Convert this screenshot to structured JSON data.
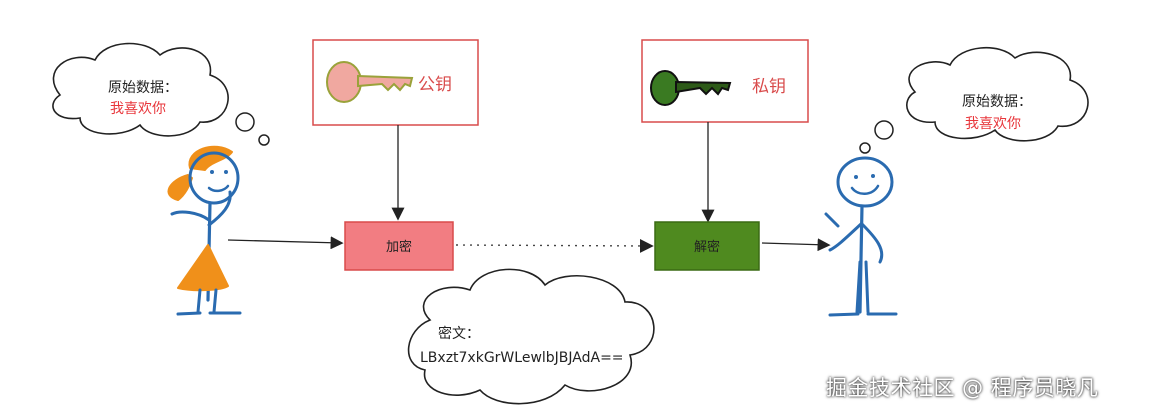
{
  "sender_cloud": {
    "title": "原始数据：",
    "message": "我喜欢你"
  },
  "receiver_cloud": {
    "title": "原始数据：",
    "message": "我喜欢你"
  },
  "public_key": {
    "label": "公钥"
  },
  "private_key": {
    "label": "私钥"
  },
  "encrypt_box": {
    "label": "加密"
  },
  "decrypt_box": {
    "label": "解密"
  },
  "cipher_cloud": {
    "title": "密文：",
    "text": "LBxzt7xkGrWLewlbJBJAdA=="
  },
  "watermark": {
    "text": "掘金技术社区 @ 程序员晓凡"
  },
  "colors": {
    "public_key_red": "#e8a0a0",
    "encrypt_fill": "#f27d82",
    "decrypt_fill": "#4f8a1f",
    "person_blue": "#2a6bb0",
    "hair_orange": "#f0901a",
    "message_red": "#e8363b",
    "box_border": "#d94b4b"
  }
}
